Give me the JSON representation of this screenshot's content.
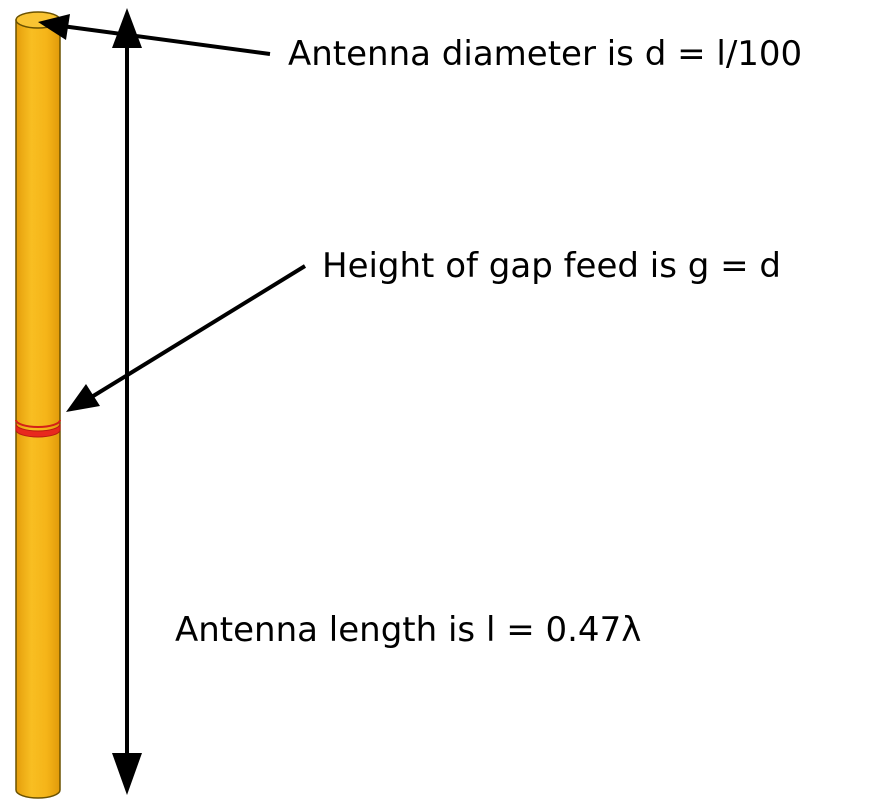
{
  "annotations": {
    "diameter": "Antenna diameter is d = l/100",
    "gap_feed": "Height of gap feed is g = d",
    "length": "Antenna length is l = 0.47λ"
  },
  "colors": {
    "antenna_body": "#F5B418",
    "antenna_edge": "#6B5200",
    "gap_feed": "#E8281E",
    "arrows": "#000000",
    "background": "#FFFFFF"
  }
}
